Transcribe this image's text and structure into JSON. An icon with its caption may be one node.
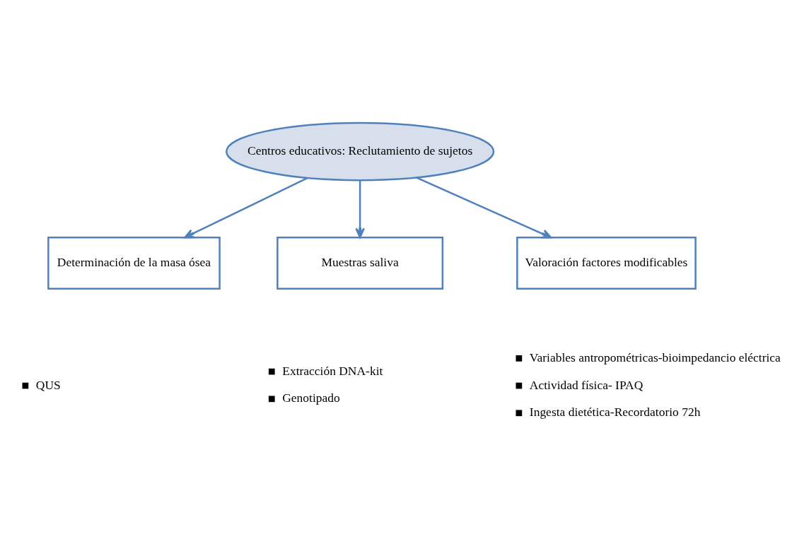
{
  "diagram": {
    "nodes": [
      {
        "text": [
          "Centros educativos: Reclutamiento de sujetos"
        ]
      },
      {
        "text": [
          "Determinación de la masa ósea"
        ]
      },
      {
        "text": [
          "Muestras saliva"
        ]
      },
      {
        "text": [
          "Valoración factores modificables"
        ]
      }
    ],
    "edges": [
      {
        "from": 0,
        "to": 1,
        "arrow": "to"
      },
      {
        "from": 0,
        "to": 2,
        "arrow": "to"
      },
      {
        "from": 0,
        "to": 3,
        "arrow": "to"
      }
    ],
    "labels": [
      "QUS",
      "Extracción DNA-kit",
      "Genotipado",
      "Variables antropométricas-bioimpedancio eléctrica",
      "Actividad física- IPAQ",
      "Ingesta dietética-Recordatorio 72h"
    ]
  }
}
